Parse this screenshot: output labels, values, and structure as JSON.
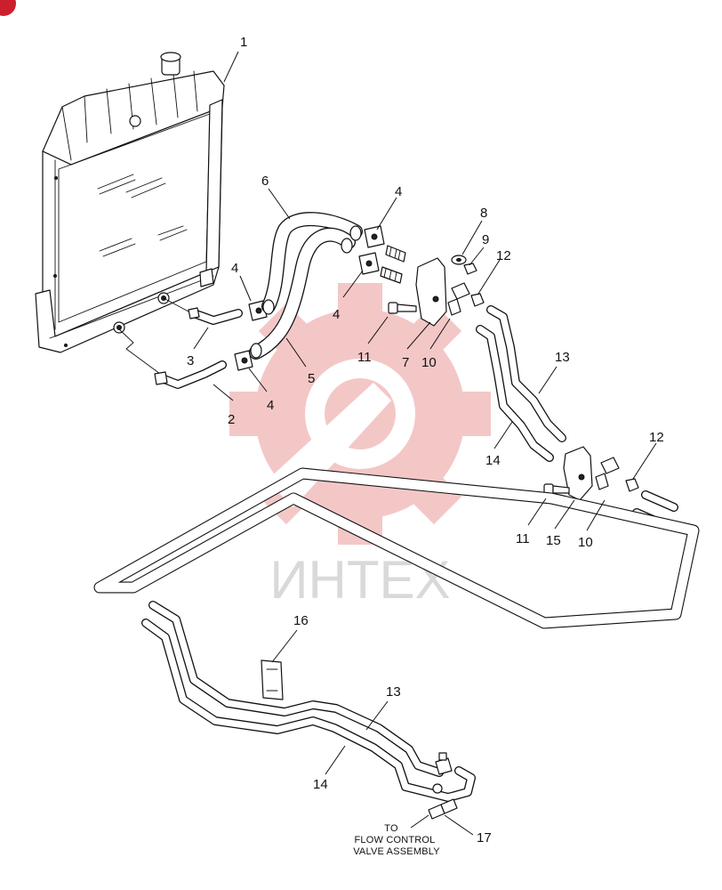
{
  "diagram": {
    "callouts": [
      {
        "id": "c1",
        "label": "1"
      },
      {
        "id": "c2",
        "label": "2"
      },
      {
        "id": "c3",
        "label": "3"
      },
      {
        "id": "c4a",
        "label": "4"
      },
      {
        "id": "c4b",
        "label": "4"
      },
      {
        "id": "c4c",
        "label": "4"
      },
      {
        "id": "c4d",
        "label": "4"
      },
      {
        "id": "c5",
        "label": "5"
      },
      {
        "id": "c6",
        "label": "6"
      },
      {
        "id": "c7",
        "label": "7"
      },
      {
        "id": "c8",
        "label": "8"
      },
      {
        "id": "c9",
        "label": "9"
      },
      {
        "id": "c10a",
        "label": "10"
      },
      {
        "id": "c10b",
        "label": "10"
      },
      {
        "id": "c11a",
        "label": "11"
      },
      {
        "id": "c11b",
        "label": "11"
      },
      {
        "id": "c12a",
        "label": "12"
      },
      {
        "id": "c12b",
        "label": "12"
      },
      {
        "id": "c13a",
        "label": "13"
      },
      {
        "id": "c13b",
        "label": "13"
      },
      {
        "id": "c14a",
        "label": "14"
      },
      {
        "id": "c14b",
        "label": "14"
      },
      {
        "id": "c15",
        "label": "15"
      },
      {
        "id": "c16",
        "label": "16"
      },
      {
        "id": "c17",
        "label": "17"
      }
    ],
    "note_lines": [
      "TO",
      "FLOW CONTROL",
      "VALVE ASSEMBLY"
    ],
    "watermark": {
      "text": "ИНТЕХ",
      "color": "#e8a3a3",
      "text_color": "#d9d9d9"
    },
    "badge_color": "#cc1f2d"
  }
}
